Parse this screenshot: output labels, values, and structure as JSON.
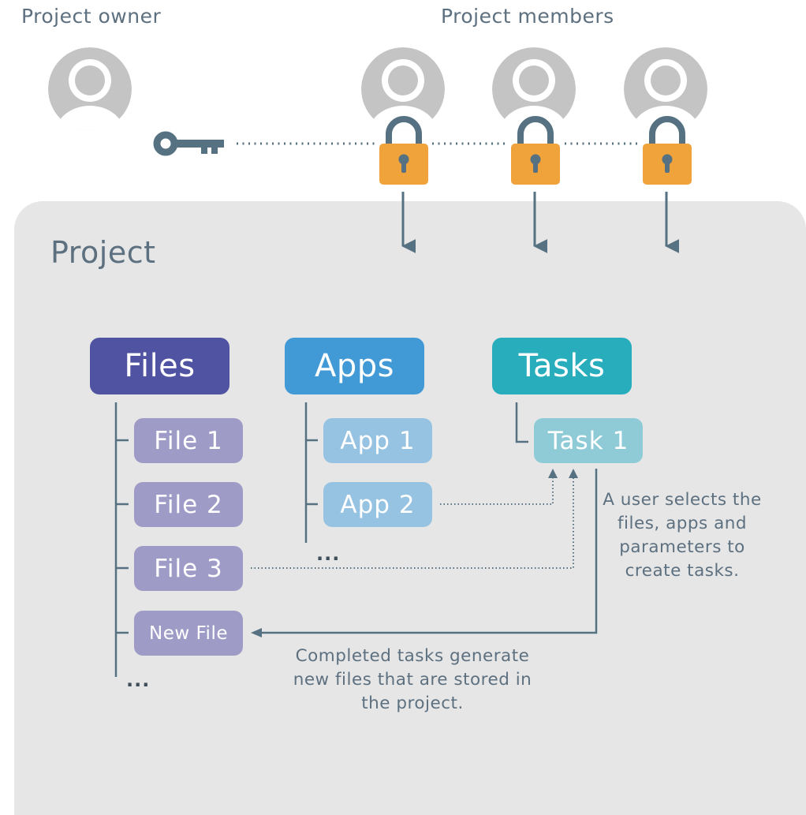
{
  "header": {
    "owner_label": "Project owner",
    "members_label": "Project members"
  },
  "project": {
    "title": "Project",
    "categories": {
      "files": "Files",
      "apps": "Apps",
      "tasks": "Tasks"
    },
    "files": [
      "File 1",
      "File 2",
      "File 3",
      "New File"
    ],
    "apps": [
      "App 1",
      "App 2"
    ],
    "tasks": [
      "Task 1"
    ],
    "ellipsis": "..."
  },
  "notes": {
    "task_creation": "A user selects the files, apps and parameters to create tasks.",
    "task_completion": "Completed tasks generate new files that are stored in the project."
  },
  "colors": {
    "files": "#5053a1",
    "apps": "#4199d6",
    "tasks": "#28adbd",
    "lock": "#f0a23b",
    "line": "#567282",
    "avatar": "#c4c4c4"
  },
  "icons": {
    "owner": "user-avatar-icon",
    "members": "user-avatar-icon",
    "key": "key-icon",
    "lock": "padlock-icon"
  }
}
